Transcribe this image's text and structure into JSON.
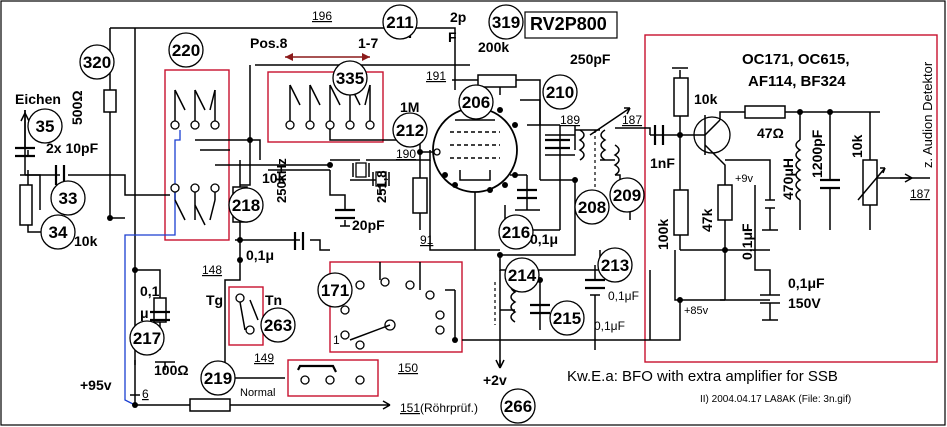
{
  "title": {
    "tube": "RV2P800",
    "caption": "Kw.E.a: BFO with extra amplifier for SSB",
    "credit": "II) 2004.04.17 LA8AK (File: 3n.gif)"
  },
  "circled_numbers": [
    "211",
    "319",
    "320",
    "220",
    "335",
    "206",
    "210",
    "35",
    "33",
    "34",
    "218",
    "212",
    "216",
    "214",
    "213",
    "171",
    "263",
    "217",
    "219",
    "215",
    "208",
    "209",
    "266"
  ],
  "wire_numbers": [
    "196",
    "191",
    "189",
    "187",
    "190",
    "91",
    "148",
    "149",
    "150",
    "6",
    "151",
    "187"
  ],
  "labels": {
    "cap_2p": "2p",
    "cap_F": "F",
    "res_200k": "200k",
    "cap_250pF": "250pF",
    "pos8": "Pos.8",
    "pos17": "1-7",
    "res_1M": "1M",
    "eichen": "Eichen",
    "res_500": "500Ω",
    "cap_2x10pF": "2x 10pF",
    "res_10k_left": "10k",
    "xtal_250": "250kHz",
    "xtal_251": "251,8",
    "res_10k_mid": "10k",
    "cap_20pF": "20pF",
    "cap_01_mid": "0,1μ",
    "cap_01_a": "0,1",
    "cap_01_b": "μ",
    "res_100": "100Ω",
    "batt_95": "+95v",
    "tg": "Tg",
    "tn": "Tn",
    "normal": "Normal",
    "rohr": "(Röhrprüf.)",
    "cap_01_216": "0,1μ",
    "cap_01_213": "0,1μF",
    "cap_01_215": "0,1μF",
    "v2": "+2v",
    "one": "1",
    "transistors": [
      "OC171, OC615,",
      "AF114, BF324"
    ],
    "res_10k_amp": "10k",
    "cap_1nF": "1nF",
    "res_47": "47Ω",
    "cap_470u": "470μH",
    "cap_1200": "1200pF",
    "res_10k_pot": "10k",
    "audion": "z. Audion Detektor",
    "v9": "+9v",
    "res_100k": "100k",
    "res_47k": "47k",
    "cap_01uF_v": "0,1μF",
    "cap_01uF": "0,1μF",
    "v150": "150V",
    "v85": "+85v"
  }
}
